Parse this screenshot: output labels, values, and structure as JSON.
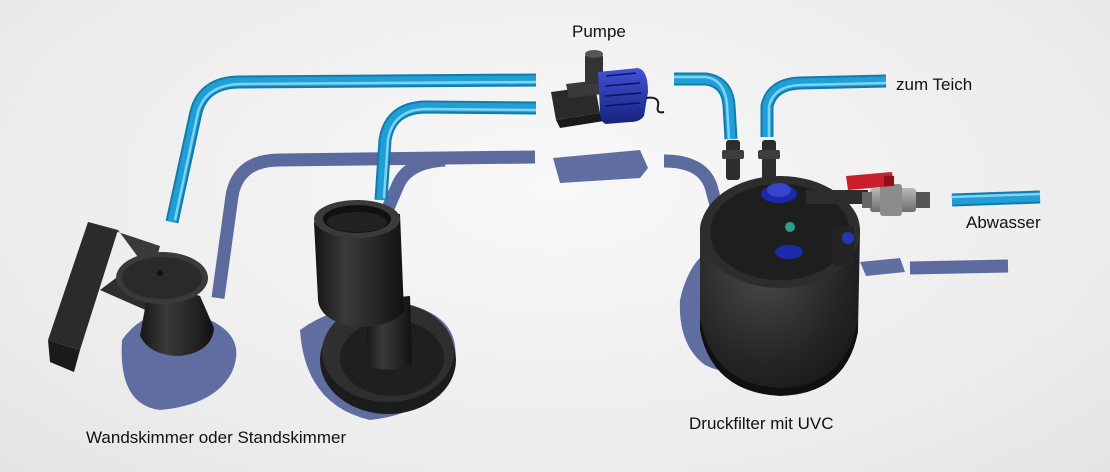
{
  "labels": {
    "pump": "Pumpe",
    "to_pond": "zum Teich",
    "waste_water": "Abwasser",
    "skimmer": "Wandskimmer oder Standskimmer",
    "pressure_filter": "Druckfilter mit UVC"
  },
  "colors": {
    "pipe": "#1f9fd6",
    "pipe_highlight": "#7fd3f4",
    "pipe_dark": "#137bab",
    "shadow": "#4c5b95",
    "device_body": "#262626",
    "pump_accent": "#2333b4",
    "valve_handle": "#c8202d",
    "fitting_grey": "#8c8c8c"
  },
  "icons": {
    "pump": "water-pump-icon",
    "wall_skimmer": "wall-skimmer-icon",
    "stand_skimmer": "stand-skimmer-icon",
    "pressure_filter": "pressure-filter-uvc-icon",
    "valve": "ball-valve-icon"
  }
}
